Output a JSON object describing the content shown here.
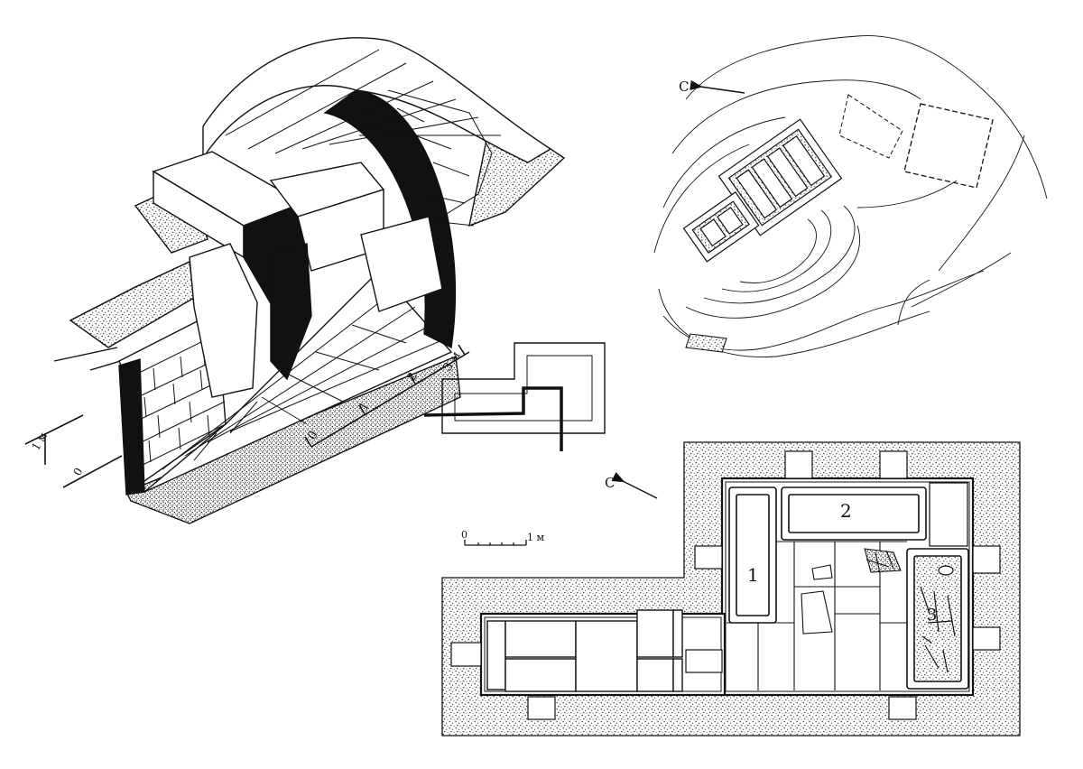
{
  "north_label": "С",
  "isometric_scale": {
    "ticks": [
      "0",
      "1",
      "2",
      "3 м"
    ]
  },
  "vertical_scale": {
    "ticks": [
      "0",
      "1 м"
    ]
  },
  "plan_scale": {
    "start": "0",
    "end": "1 м"
  },
  "sarcophagi": [
    "1",
    "2",
    "3"
  ],
  "colors": {
    "ink": "#111111",
    "paper": "#ffffff",
    "stipple": "#7a7a7a"
  }
}
